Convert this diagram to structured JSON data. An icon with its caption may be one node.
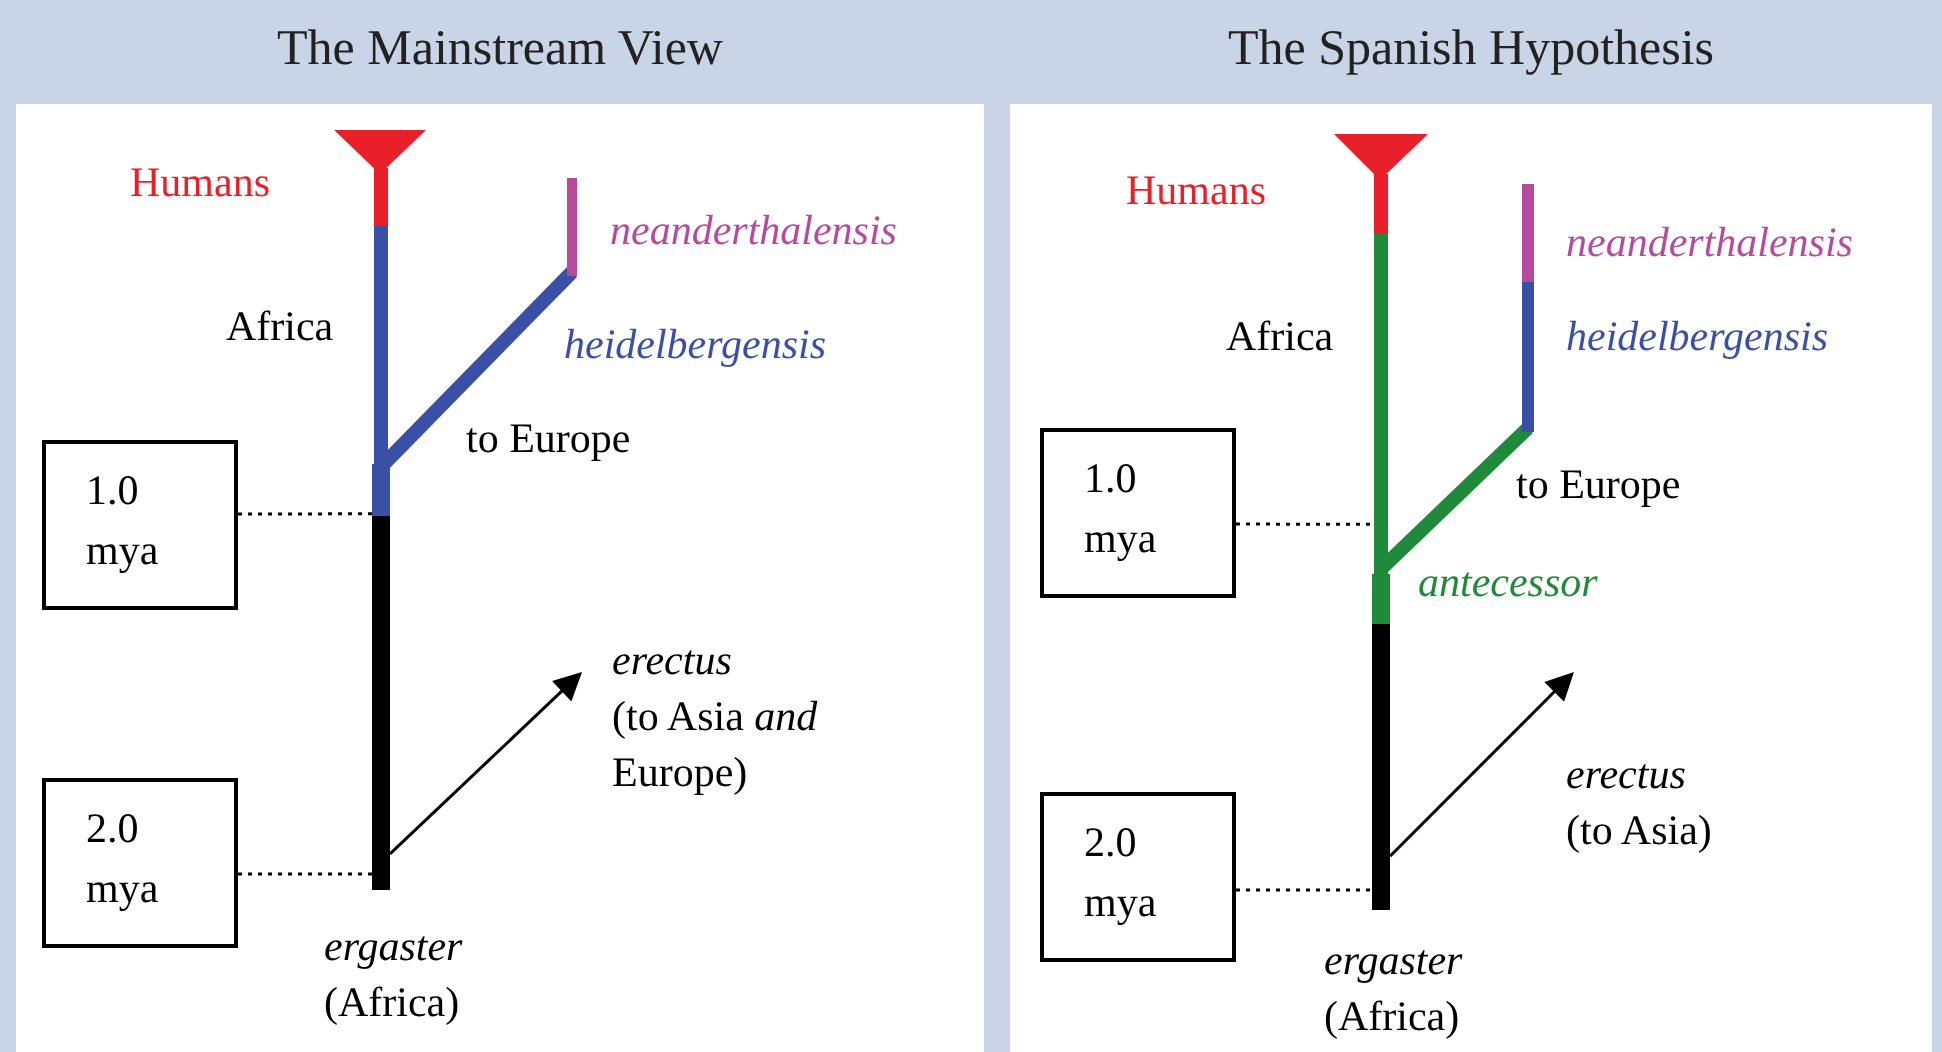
{
  "diagram": {
    "nodes": [
      {
        "text": [
          "The Mainstream View"
        ]
      },
      {
        "text": [],
        "shape": "bar",
        "in": 0
      },
      {
        "text": [
          "1.0 mya"
        ],
        "in": 0
      },
      {
        "text": [
          "2.0 mya"
        ],
        "in": 0
      },
      {
        "text": [
          "erectus",
          "(to Asia *and* Europe)"
        ],
        "in": 0
      },
      {
        "text": [
          "The Spanish Hypothesis"
        ]
      },
      {
        "text": [],
        "shape": "bar",
        "in": 5
      },
      {
        "text": [
          "1.0 mya"
        ],
        "in": 5
      },
      {
        "text": [
          "2.0 mya"
        ],
        "in": 5
      },
      {
        "text": [
          "erectus",
          "(to Asia)"
        ],
        "in": 5
      }
    ],
    "edges": [
      {
        "from": 2,
        "to": 1,
        "arrow": "none",
        "style": "dashed"
      },
      {
        "from": 3,
        "to": 1,
        "arrow": "none",
        "style": "dashed"
      },
      {
        "from": 1,
        "to": 4,
        "arrow": "to"
      },
      {
        "from": 7,
        "to": 6,
        "arrow": "none",
        "style": "dashed"
      },
      {
        "from": 8,
        "to": 6,
        "arrow": "none",
        "style": "dashed"
      },
      {
        "from": 6,
        "to": 9,
        "arrow": "to"
      }
    ],
    "labels": [
      "Humans",
      "neanderthalensis",
      "Africa",
      "heidelbergensis",
      "to Europe",
      "*ergaster* (Africa)",
      "Humans",
      "neanderthalensis",
      "Africa",
      "heidelbergensis",
      "to Europe",
      "antecessor",
      "*ergaster* (Africa)"
    ]
  }
}
